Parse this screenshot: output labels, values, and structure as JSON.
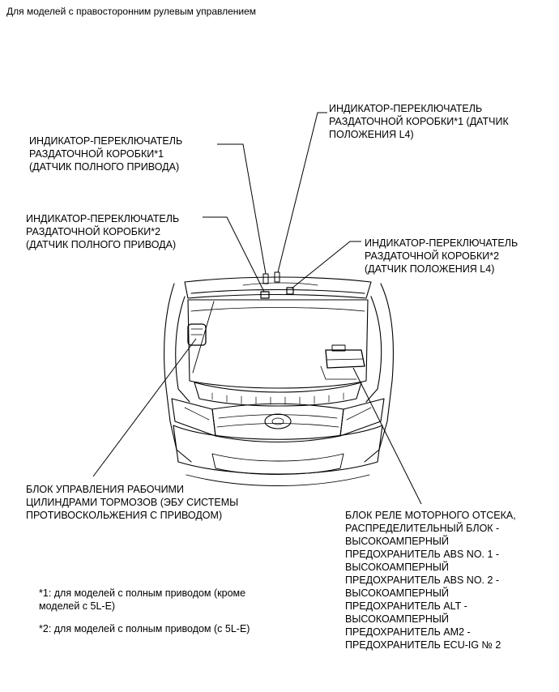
{
  "header": {
    "title": "Для моделей с правосторонним рулевым управлением"
  },
  "labels": {
    "transfer_4wd_sensor_1": "ИНДИКАТОР-ПЕРЕКЛЮЧАТЕЛЬ\nРАЗДАТОЧНОЙ КОРОБКИ*1\n(ДАТЧИК ПОЛНОГО ПРИВОДА)",
    "transfer_4wd_sensor_2": "ИНДИКАТОР-ПЕРЕКЛЮЧАТЕЛЬ\nРАЗДАТОЧНОЙ КОРОБКИ*2\n(ДАТЧИК ПОЛНОГО ПРИВОДА)",
    "transfer_l4_sensor_1": "ИНДИКАТОР-ПЕРЕКЛЮЧАТЕЛЬ\nРАЗДАТОЧНОЙ КОРОБКИ*1 (ДАТЧИК\nПОЛОЖЕНИЯ L4)",
    "transfer_l4_sensor_2": "ИНДИКАТОР-ПЕРЕКЛЮЧАТЕЛЬ\nРАЗДАТОЧНОЙ КОРОБКИ*2\n(ДАТЧИК ПОЛОЖЕНИЯ L4)",
    "brake_actuator": "БЛОК УПРАВЛЕНИЯ РАБОЧИМИ\nЦИЛИНДРАМИ ТОРМОЗОВ (ЭБУ СИСТЕМЫ\nПРОТИВОСКОЛЬЖЕНИЯ С ПРИВОДОМ)",
    "engine_relay_block": "БЛОК РЕЛЕ МОТОРНОГО ОТСЕКА,\nРАСПРЕДЕЛИТЕЛЬНЫЙ БЛОК -\nВЫСОКОАМПЕРНЫЙ\nПРЕДОХРАНИТЕЛЬ ABS NO. 1 -\nВЫСОКОАМПЕРНЫЙ\nПРЕДОХРАНИТЕЛЬ ABS NO. 2 -\nВЫСОКОАМПЕРНЫЙ\nПРЕДОХРАНИТЕЛЬ ALT -\nВЫСОКОАМПЕРНЫЙ\nПРЕДОХРАНИТЕЛЬ AM2 -\nПРЕДОХРАНИТЕЛЬ ECU-IG № 2"
  },
  "footnotes": {
    "note1": "*1: для моделей с полным приводом (кроме\nмоделей с 5L-E)",
    "note2": "*2: для моделей с полным приводом (с 5L-E)"
  }
}
